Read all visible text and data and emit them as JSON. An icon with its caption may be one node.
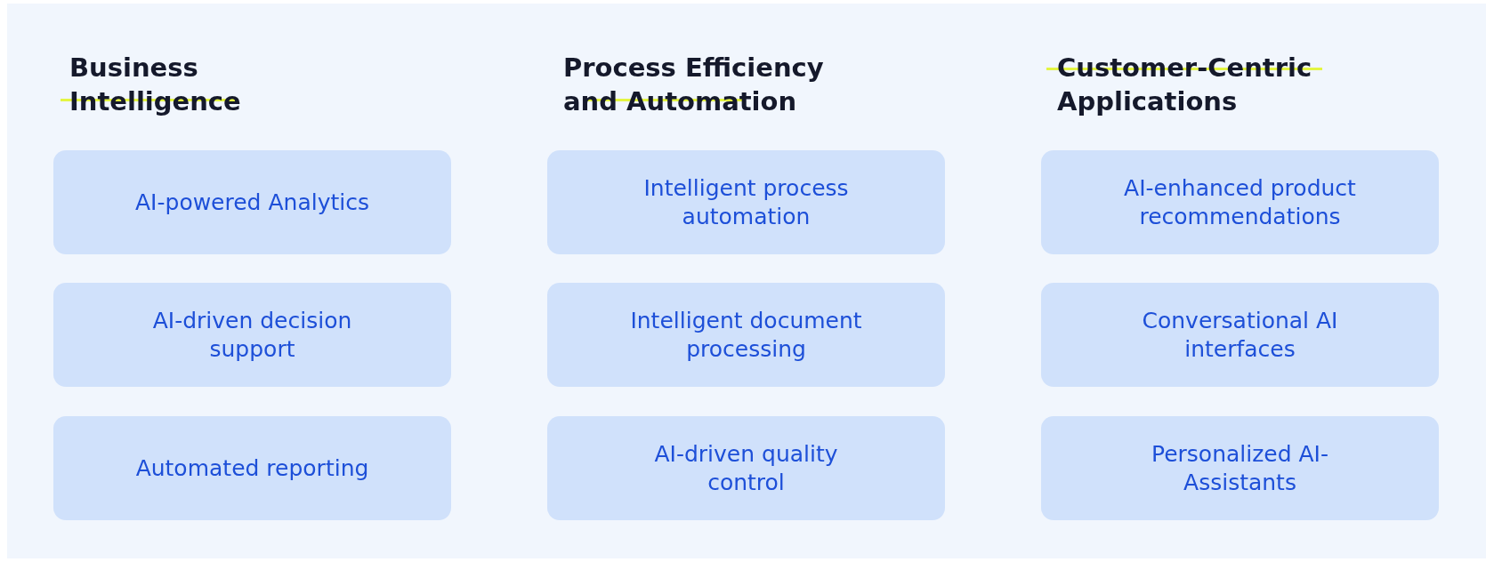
{
  "diagram": {
    "nodes": [
      {
        "text": [
          "AI-powered Analytics"
        ]
      },
      {
        "text": [
          "AI-driven decision support"
        ]
      },
      {
        "text": [
          "Automated reporting"
        ]
      },
      {
        "text": [
          "Intelligent process automation"
        ]
      },
      {
        "text": [
          "Intelligent document processing"
        ]
      },
      {
        "text": [
          "AI-driven quality control"
        ]
      },
      {
        "text": [
          "AI-enhanced product recommendations"
        ]
      },
      {
        "text": [
          "Conversational AI interfaces"
        ]
      },
      {
        "text": [
          "Personalized AI-Assistants"
        ]
      }
    ],
    "labels": [
      "Business Intelligence",
      "Process Efficiency and Automation",
      "Customer-Centric Applications"
    ]
  }
}
